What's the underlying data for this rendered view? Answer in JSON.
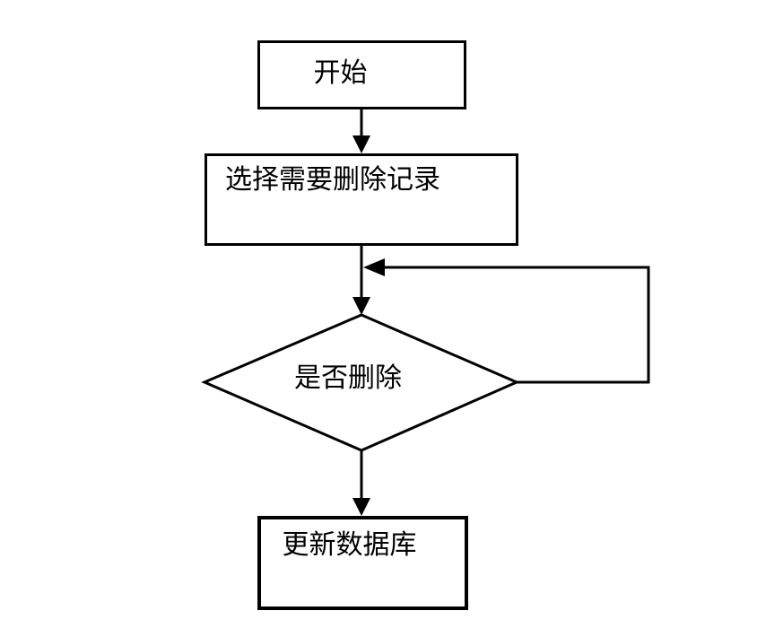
{
  "flowchart": {
    "colors": {
      "stroke": "#000000",
      "fill": "#ffffff",
      "text": "#000000"
    },
    "nodes": [
      {
        "id": "start",
        "shape": "rectangle",
        "label": "开始"
      },
      {
        "id": "select-records",
        "shape": "rectangle",
        "label": "选择需要删除记录"
      },
      {
        "id": "delete-decision",
        "shape": "diamond",
        "label": "是否删除"
      },
      {
        "id": "update-database",
        "shape": "rectangle",
        "label": "更新数据库"
      }
    ],
    "edges": [
      {
        "from": "start",
        "to": "select-records",
        "style": "arrow-down"
      },
      {
        "from": "select-records",
        "to": "delete-decision",
        "style": "arrow-down"
      },
      {
        "from": "delete-decision",
        "to": "select-records-connector",
        "style": "loop-right-up-left-arrow"
      },
      {
        "from": "delete-decision",
        "to": "update-database",
        "style": "arrow-down"
      }
    ]
  }
}
